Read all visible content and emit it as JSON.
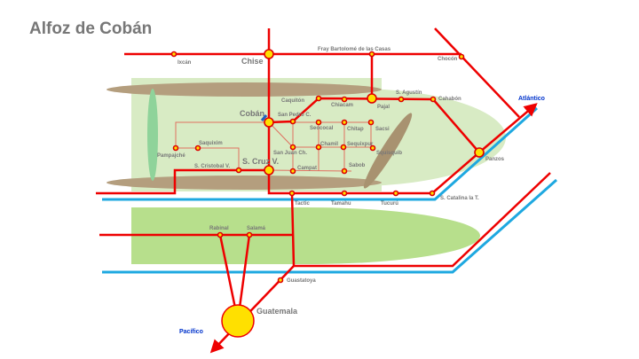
{
  "title": "Alfoz de Cobán",
  "labels": {
    "ixcan": "Ixcán",
    "chise": "Chise",
    "fray": "Fray Bartolomé de las Casas",
    "chocon": "Chocón",
    "caquiton": "Caquitón",
    "chiacam": "Chiacam",
    "pajal": "Pajal",
    "sagustin": "S. Agustín",
    "cahabon": "Cahabón",
    "coban": "Cobán",
    "sanpedro": "San Pedro C.",
    "seococal": "Seococal",
    "chitap": "Chitap",
    "sacsi": "Sacsi",
    "saquixim": "Saquixim",
    "pampajche": "Pampajché",
    "sanjuan": "San Juan Ch.",
    "chamil": "Chamil",
    "sequixpur": "Sequixpur",
    "squisquib": "Squisquib",
    "scristobal": "S. Cristobal V.",
    "scruz": "S. Cruz V.",
    "campat": "Campat",
    "sabob": "Sabob",
    "panzos": "Panzos",
    "tactic": "Tactic",
    "tamahu": "Tamahu",
    "tucuru": "Tucurú",
    "scatalina": "S. Catalina la T.",
    "rabinal": "Rabinal",
    "salama": "Salamá",
    "guastatoya": "Guastatoya",
    "guatemala": "Guatemala",
    "atlantico": "Atlántico",
    "pacifico": "Pacífico"
  },
  "colors": {
    "route": "#e00000",
    "coast": "#1ea8e0",
    "ocean_label": "#0033cc"
  }
}
